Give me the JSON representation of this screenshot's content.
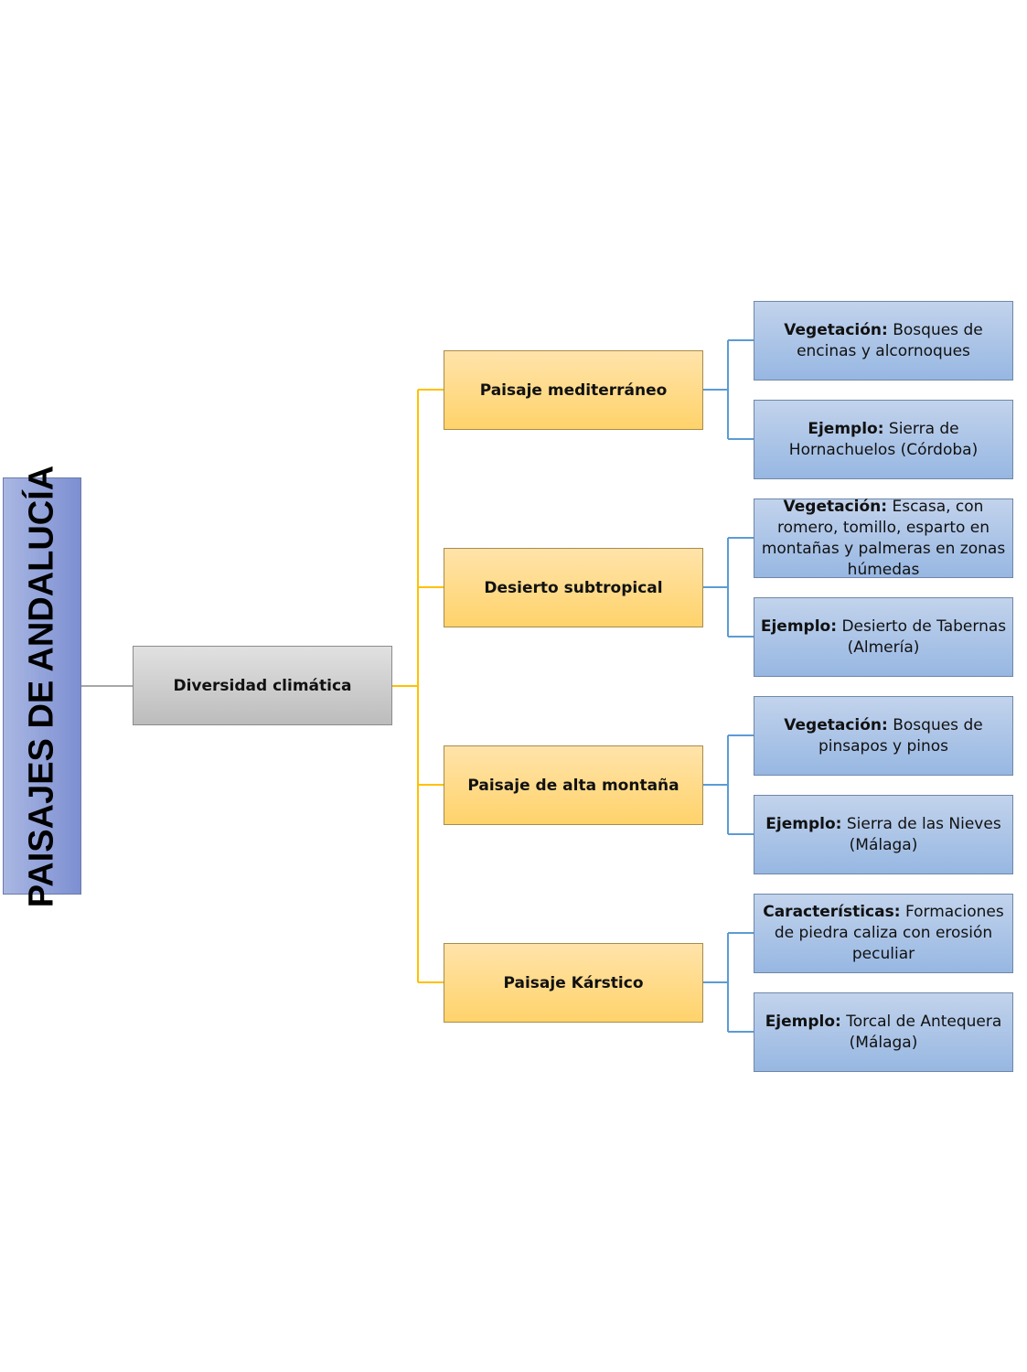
{
  "title": "PAISAJES DE ANDALUCÍA",
  "root": "Diversidad climática",
  "colors": {
    "title_box": "#8c9dd8",
    "root_box": "#cfcfcf",
    "category_box": "#ffd98a",
    "detail_box": "#aec6e8",
    "root_connector": "#a6a6a6",
    "category_connector": "#ffc000",
    "detail_connector": "#5b9bd5"
  },
  "categories": [
    {
      "label": "Paisaje mediterráneo",
      "details": [
        {
          "key": "Vegetación:",
          "text": "Bosques de encinas y alcornoques"
        },
        {
          "key": "Ejemplo:",
          "text": "Sierra de Hornachuelos (Córdoba)"
        }
      ]
    },
    {
      "label": "Desierto subtropical",
      "details": [
        {
          "key": "Vegetación:",
          "text": "Escasa, con romero, tomillo, esparto en montañas y palmeras en zonas húmedas"
        },
        {
          "key": "Ejemplo:",
          "text": "Desierto de Tabernas (Almería)"
        }
      ]
    },
    {
      "label": "Paisaje de alta montaña",
      "details": [
        {
          "key": "Vegetación:",
          "text": "Bosques de pinsapos y pinos"
        },
        {
          "key": "Ejemplo:",
          "text": "Sierra de las Nieves (Málaga)"
        }
      ]
    },
    {
      "label": "Paisaje Kárstico",
      "details": [
        {
          "key": "Características:",
          "text": "Formaciones de piedra caliza con erosión peculiar"
        },
        {
          "key": "Ejemplo:",
          "text": "Torcal de Antequera (Málaga)"
        }
      ]
    }
  ]
}
